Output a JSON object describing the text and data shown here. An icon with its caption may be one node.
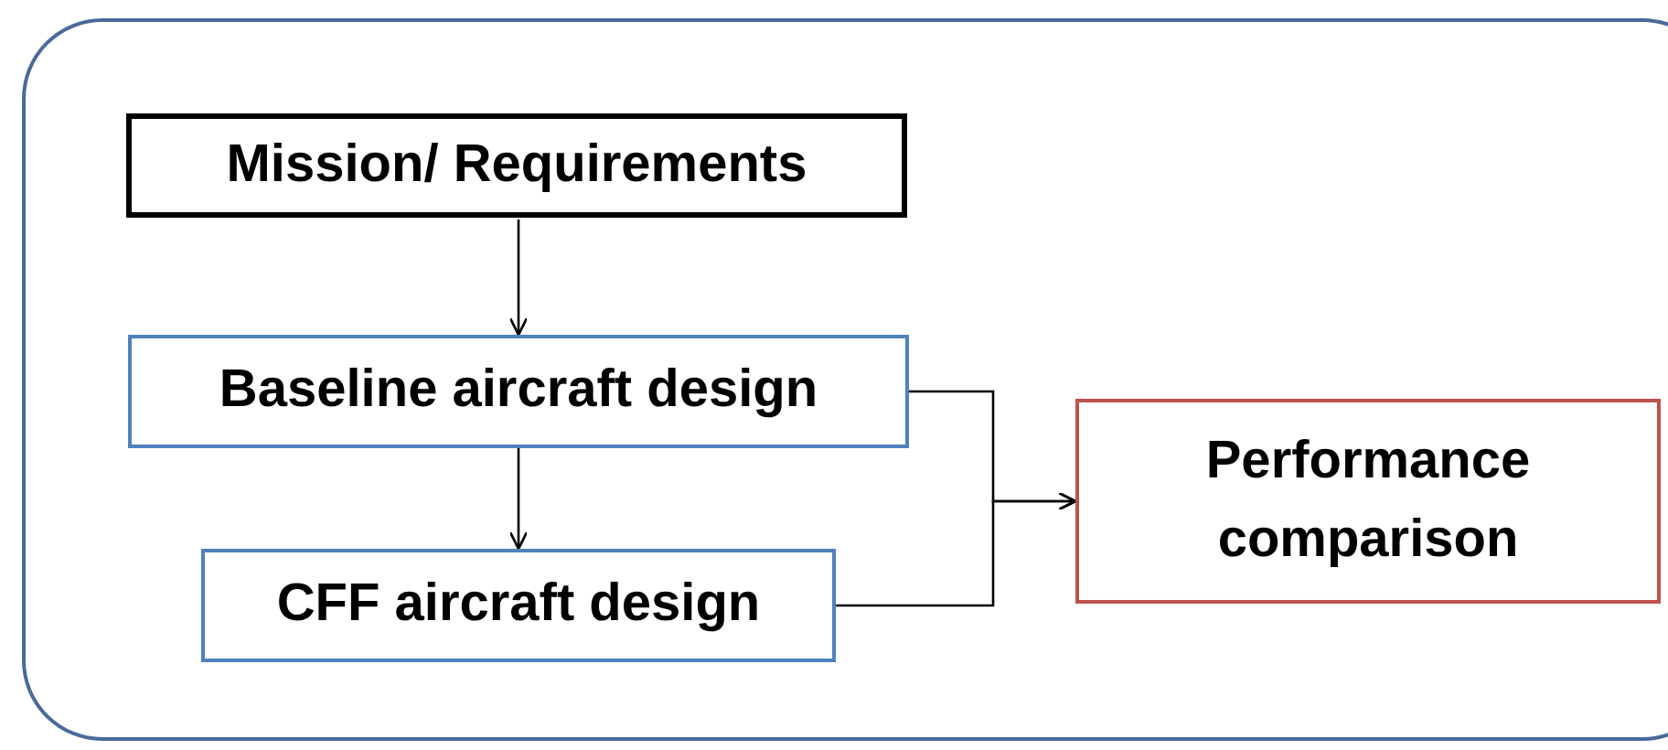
{
  "diagram": {
    "nodes": [
      {
        "text": [],
        "shape": "box"
      },
      {
        "text": [
          "Mission/ Requirements"
        ],
        "in": 0
      },
      {
        "text": [
          "Baseline aircraft design"
        ],
        "in": 0
      },
      {
        "text": [
          "CFF aircraft design"
        ],
        "in": 0
      },
      {
        "text": [
          "Performance comparison"
        ],
        "in": 0
      }
    ],
    "edges": [
      {
        "from": 1,
        "to": 2,
        "arrow": "to"
      },
      {
        "from": 2,
        "to": 3,
        "arrow": "to"
      },
      {
        "from": 2,
        "to": 4,
        "arrow": "to"
      },
      {
        "from": 3,
        "to": 4,
        "arrow": "to"
      }
    ]
  }
}
